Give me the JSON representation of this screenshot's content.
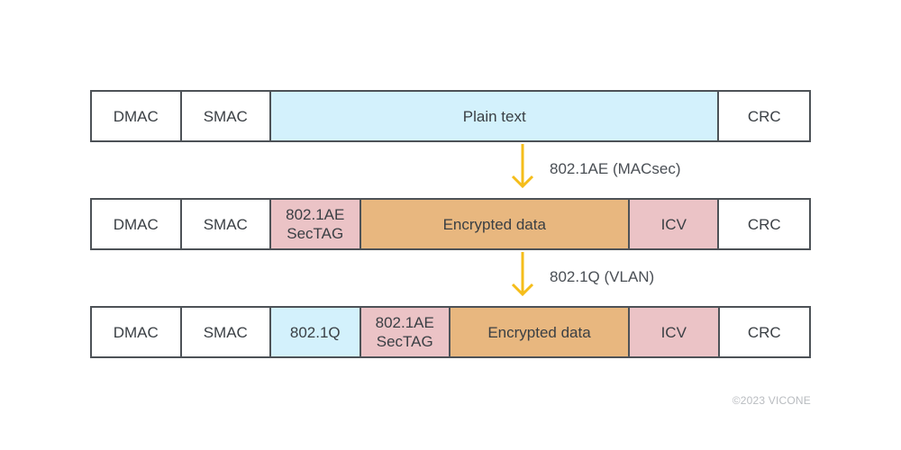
{
  "rows": [
    {
      "fields": [
        {
          "label": "DMAC"
        },
        {
          "label": "SMAC"
        },
        {
          "label": "Plain text"
        },
        {
          "label": "CRC"
        }
      ]
    },
    {
      "fields": [
        {
          "label": "DMAC"
        },
        {
          "label": "SMAC"
        },
        {
          "label": "802.1AE\nSecTAG"
        },
        {
          "label": "Encrypted data"
        },
        {
          "label": "ICV"
        },
        {
          "label": "CRC"
        }
      ]
    },
    {
      "fields": [
        {
          "label": "DMAC"
        },
        {
          "label": "SMAC"
        },
        {
          "label": "802.1Q"
        },
        {
          "label": "802.1AE\nSecTAG"
        },
        {
          "label": "Encrypted data"
        },
        {
          "label": "ICV"
        },
        {
          "label": "CRC"
        }
      ]
    }
  ],
  "transitions": [
    {
      "label": "802.1AE (MACsec)"
    },
    {
      "label": "802.1Q (VLAN)"
    }
  ],
  "colors": {
    "border": "#4d5257",
    "plain_field": "#ffffff",
    "blue_field": "#d3f1fc",
    "pink_field": "#ebc3c6",
    "orange_field": "#e8b77f",
    "arrow": "#f5bd1a"
  },
  "copyright": "©2023 VICONE"
}
